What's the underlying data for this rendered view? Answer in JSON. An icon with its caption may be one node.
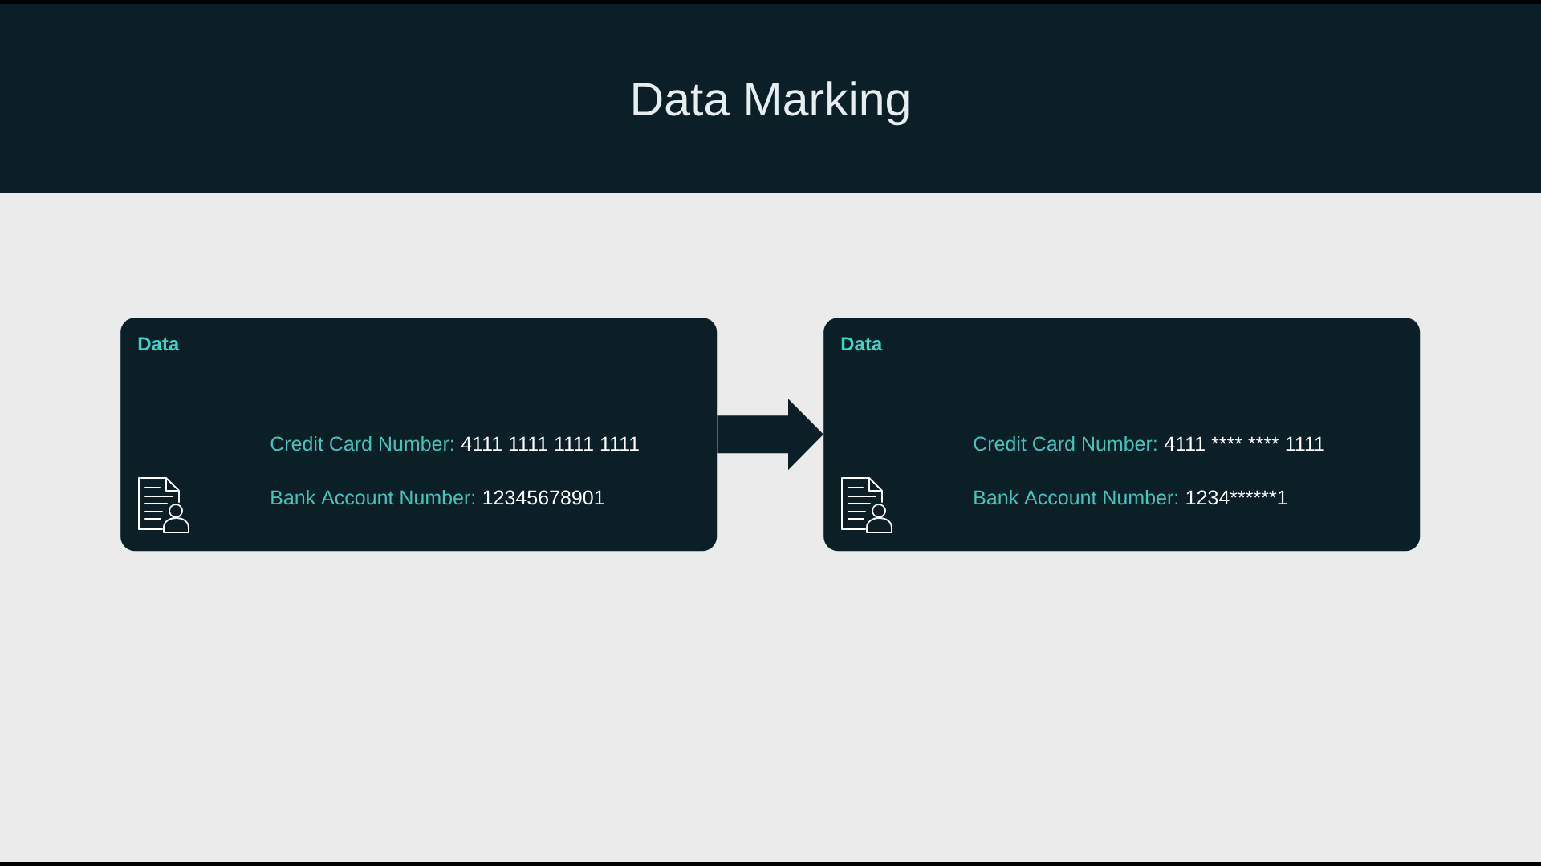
{
  "diagram": {
    "title": "Data Marking",
    "nodes": [
      {
        "text": [
          "Data",
          "Credit Card Number:",
          "4111 1111 1111 1111",
          "Bank Account Number:",
          "12345678901"
        ]
      },
      {
        "text": [
          "Data",
          "Credit Card Number:",
          "4111 **** **** 1111",
          "Bank Account Number:",
          "1234******1"
        ]
      }
    ],
    "edges": [
      {
        "from": 0,
        "to": 1,
        "arrow": "to"
      }
    ]
  }
}
